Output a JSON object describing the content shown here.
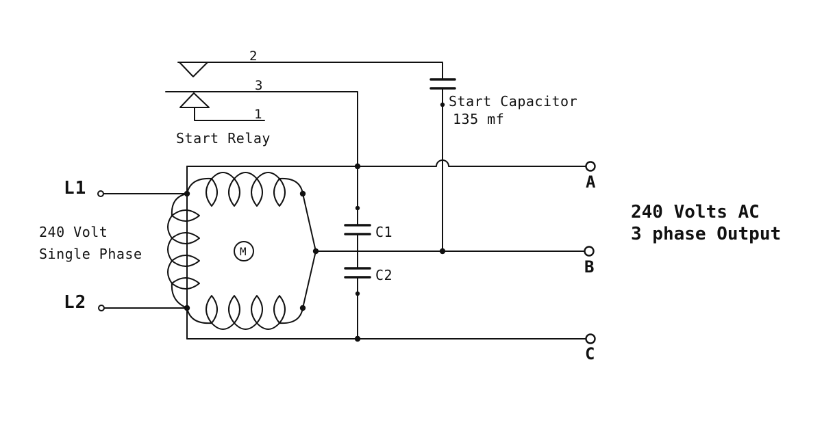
{
  "diagram": {
    "type": "wiring-schematic",
    "subject": "single phase to three phase rotary converter",
    "colors": {
      "ink": "#111111",
      "background": "#ffffff"
    },
    "inputs": {
      "l1": "L1",
      "l2": "L2",
      "supply_line1": "240 Volt",
      "supply_line2": "Single Phase"
    },
    "relay": {
      "label": "Start Relay",
      "contact_top": "2",
      "contact_mid": "3",
      "contact_bottom": "1"
    },
    "start_capacitor": {
      "name": "Start Capacitor",
      "value": "135 mf"
    },
    "motor": {
      "label": "M"
    },
    "run_capacitors": {
      "c1": "C1",
      "c2": "C2"
    },
    "outputs": {
      "a": "A",
      "b": "B",
      "c": "C",
      "caption_line1": "240 Volts AC",
      "caption_line2": "3 phase Output"
    }
  }
}
